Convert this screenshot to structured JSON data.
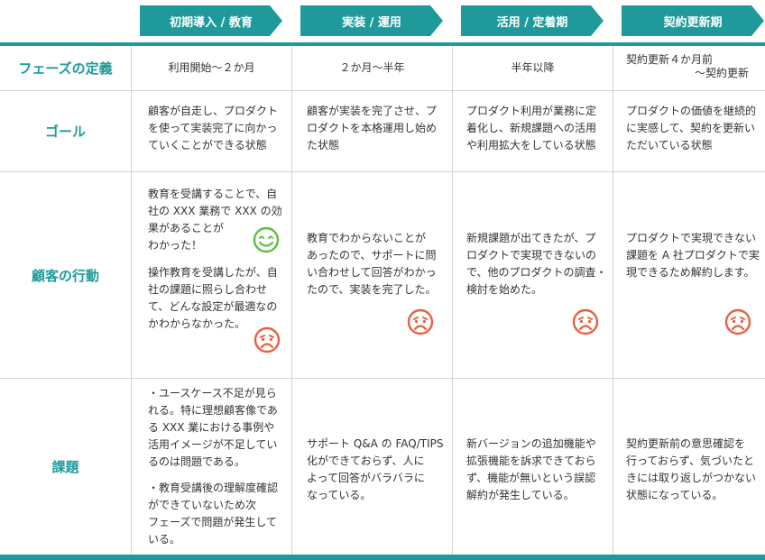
{
  "phases": [
    "初期導入 / 教育",
    "実装 / 運用",
    "活用 / 定着期",
    "契約更新期"
  ],
  "rows": {
    "definition": {
      "label": "フェーズの定義",
      "cells": [
        "利用開始〜２か月",
        "２か月〜半年",
        "半年以降"
      ],
      "renewal_line1": "契約更新４か月前",
      "renewal_line2": "〜契約更新"
    },
    "goal": {
      "label": "ゴール",
      "cells": [
        [
          "顧客が自走し、プロダクト",
          "を使って実装完了に向かっ",
          "ていくことができる状態"
        ],
        [
          "顧客が実装を完了させ、プ",
          "ロダクトを本格運用し始め",
          "た状態"
        ],
        [
          "プロダクト利用が業務に定",
          "着化し、新規課題への活用",
          "や利用拡大をしている状態"
        ],
        [
          "プロダクトの価値を継続的",
          "に実感して、契約を更新い",
          "ただいている状態"
        ]
      ]
    },
    "behavior": {
      "label": "顧客の行動",
      "col1_positive": [
        "教育を受講することで、自",
        "社の XXX 業務で XXX の効",
        "果があることが",
        "わかった！"
      ],
      "col1_negative": [
        "操作教育を受講したが、自",
        "社の課題に照らし合わせ",
        "て、どんな設定が最適なの",
        "かわからなかった。"
      ],
      "cells": [
        [
          "教育でわからないことが",
          "あったので、サポートに問",
          "い合わせして回答がわかっ",
          "たので、実装を完了した。"
        ],
        [
          "新規課題が出てきたが、プ",
          "ロダクトで実現できないの",
          "で、他のプロダクトの調査・",
          "検討を始めた。"
        ],
        [
          "プロダクトで実現できない",
          "課題を A 社プロダクトで実",
          "現できるため解約します。"
        ]
      ]
    },
    "issues": {
      "label": "課題",
      "col1_bullet1": [
        "・ユースケース不足が見ら",
        "れる。特に理想顧客像であ",
        "る XXX 業における事例や",
        "活用イメージが不足してい",
        "るのは問題である。"
      ],
      "col1_bullet2": [
        "・教育受講後の理解度確認",
        "ができていないため次",
        "フェーズで問題が発生して",
        "いる。"
      ],
      "cells": [
        [
          "サポート Q&A の FAQ/TIPS",
          "化ができておらず、人に",
          "よって回答がバラバラに",
          "なっている。"
        ],
        [
          "新バージョンの追加機能や",
          "拡張機能を訴求できておら",
          "ず、機能が無いという誤認",
          "解約が発生している。"
        ],
        [
          "契約更新前の意思確認を",
          "行っておらず、気づいたと",
          "きには取り返しがつかない",
          "状態になっている。"
        ]
      ]
    }
  },
  "colors": {
    "teal": "#1e9a9a",
    "happy": "#5cbf3c",
    "sad": "#e8603c"
  },
  "icons": {
    "positive": "smiley-face-icon",
    "negative": "sad-face-icon"
  }
}
